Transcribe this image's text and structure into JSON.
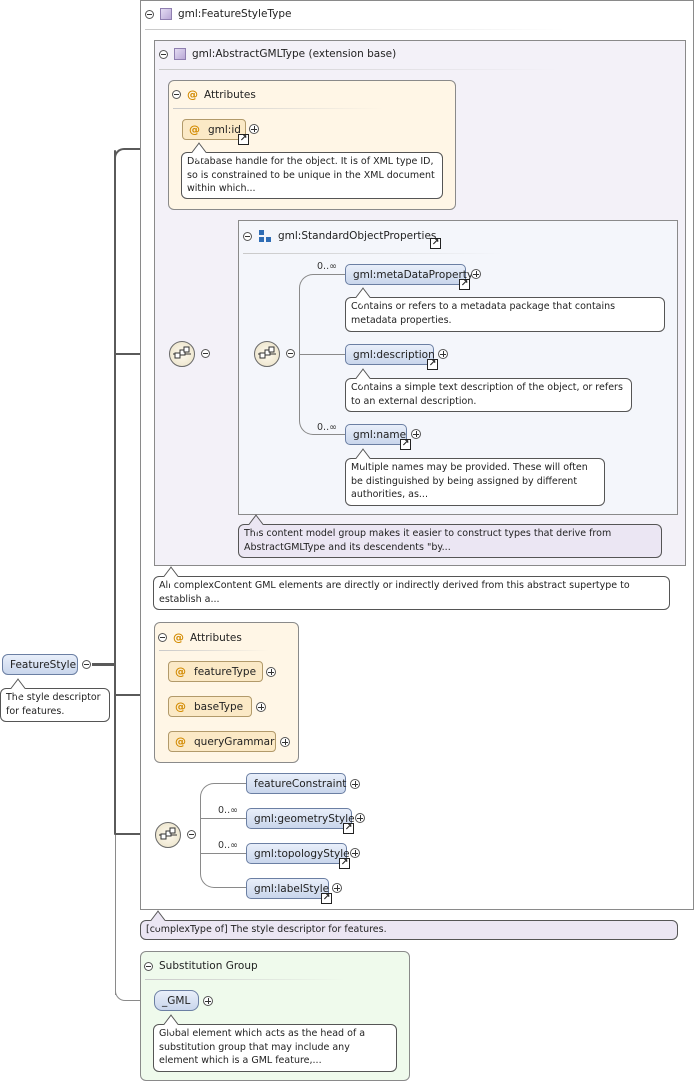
{
  "root": {
    "name": "FeatureStyle",
    "note": "The style descriptor for features."
  },
  "complex_type": {
    "title": "gml:FeatureStyleType",
    "note": "[complexType of] The style descriptor for features."
  },
  "extension": {
    "title": "gml:AbstractGMLType (extension base)",
    "note": "All complexContent GML elements are directly or indirectly derived from this abstract supertype to establish a..."
  },
  "gml_attributes": {
    "title": "Attributes",
    "id_label": "gml:id",
    "id_note": "Database handle for the object. It is of XML type ID, so is constrained to be unique in the XML document within which..."
  },
  "standard_props": {
    "title": "gml:StandardObjectProperties",
    "note": "This content model group makes it easier to construct types that derive from AbstractGMLType and its descendents \"by...",
    "metadata": {
      "label": "gml:metaDataProperty",
      "occurs": "0..∞",
      "note": "Contains or refers to a metadata package that contains metadata properties."
    },
    "description": {
      "label": "gml:description",
      "note": "Contains a simple text description of the object, or refers to an external description."
    },
    "name": {
      "label": "gml:name",
      "occurs": "0..∞",
      "note": "Multiple names may be provided. These will often be distinguished by being assigned by different authorities, as..."
    }
  },
  "feature_attributes": {
    "title": "Attributes",
    "items": [
      "featureType",
      "baseType",
      "queryGrammar"
    ]
  },
  "feature_sequence": {
    "feature_constraint": "featureConstraint",
    "geometry_style": {
      "label": "gml:geometryStyle",
      "occurs": "0..∞"
    },
    "topology_style": {
      "label": "gml:topologyStyle",
      "occurs": "0..∞"
    },
    "label_style": "gml:labelStyle"
  },
  "substitution": {
    "title": "Substitution Group",
    "element": "_GML",
    "note": "Global element which acts as the head of a substitution group that may include any element which is a GML feature,..."
  },
  "icons": {
    "at_symbol": "@",
    "ref_arrow": "↗"
  },
  "colors": {
    "element_fill": "#c9d6ec",
    "attribute_fill": "#fbe9c6",
    "extension_fill": "#f3f1f8",
    "substitution_fill": "#effaec",
    "attributes_box_fill": "#fff6e6"
  }
}
